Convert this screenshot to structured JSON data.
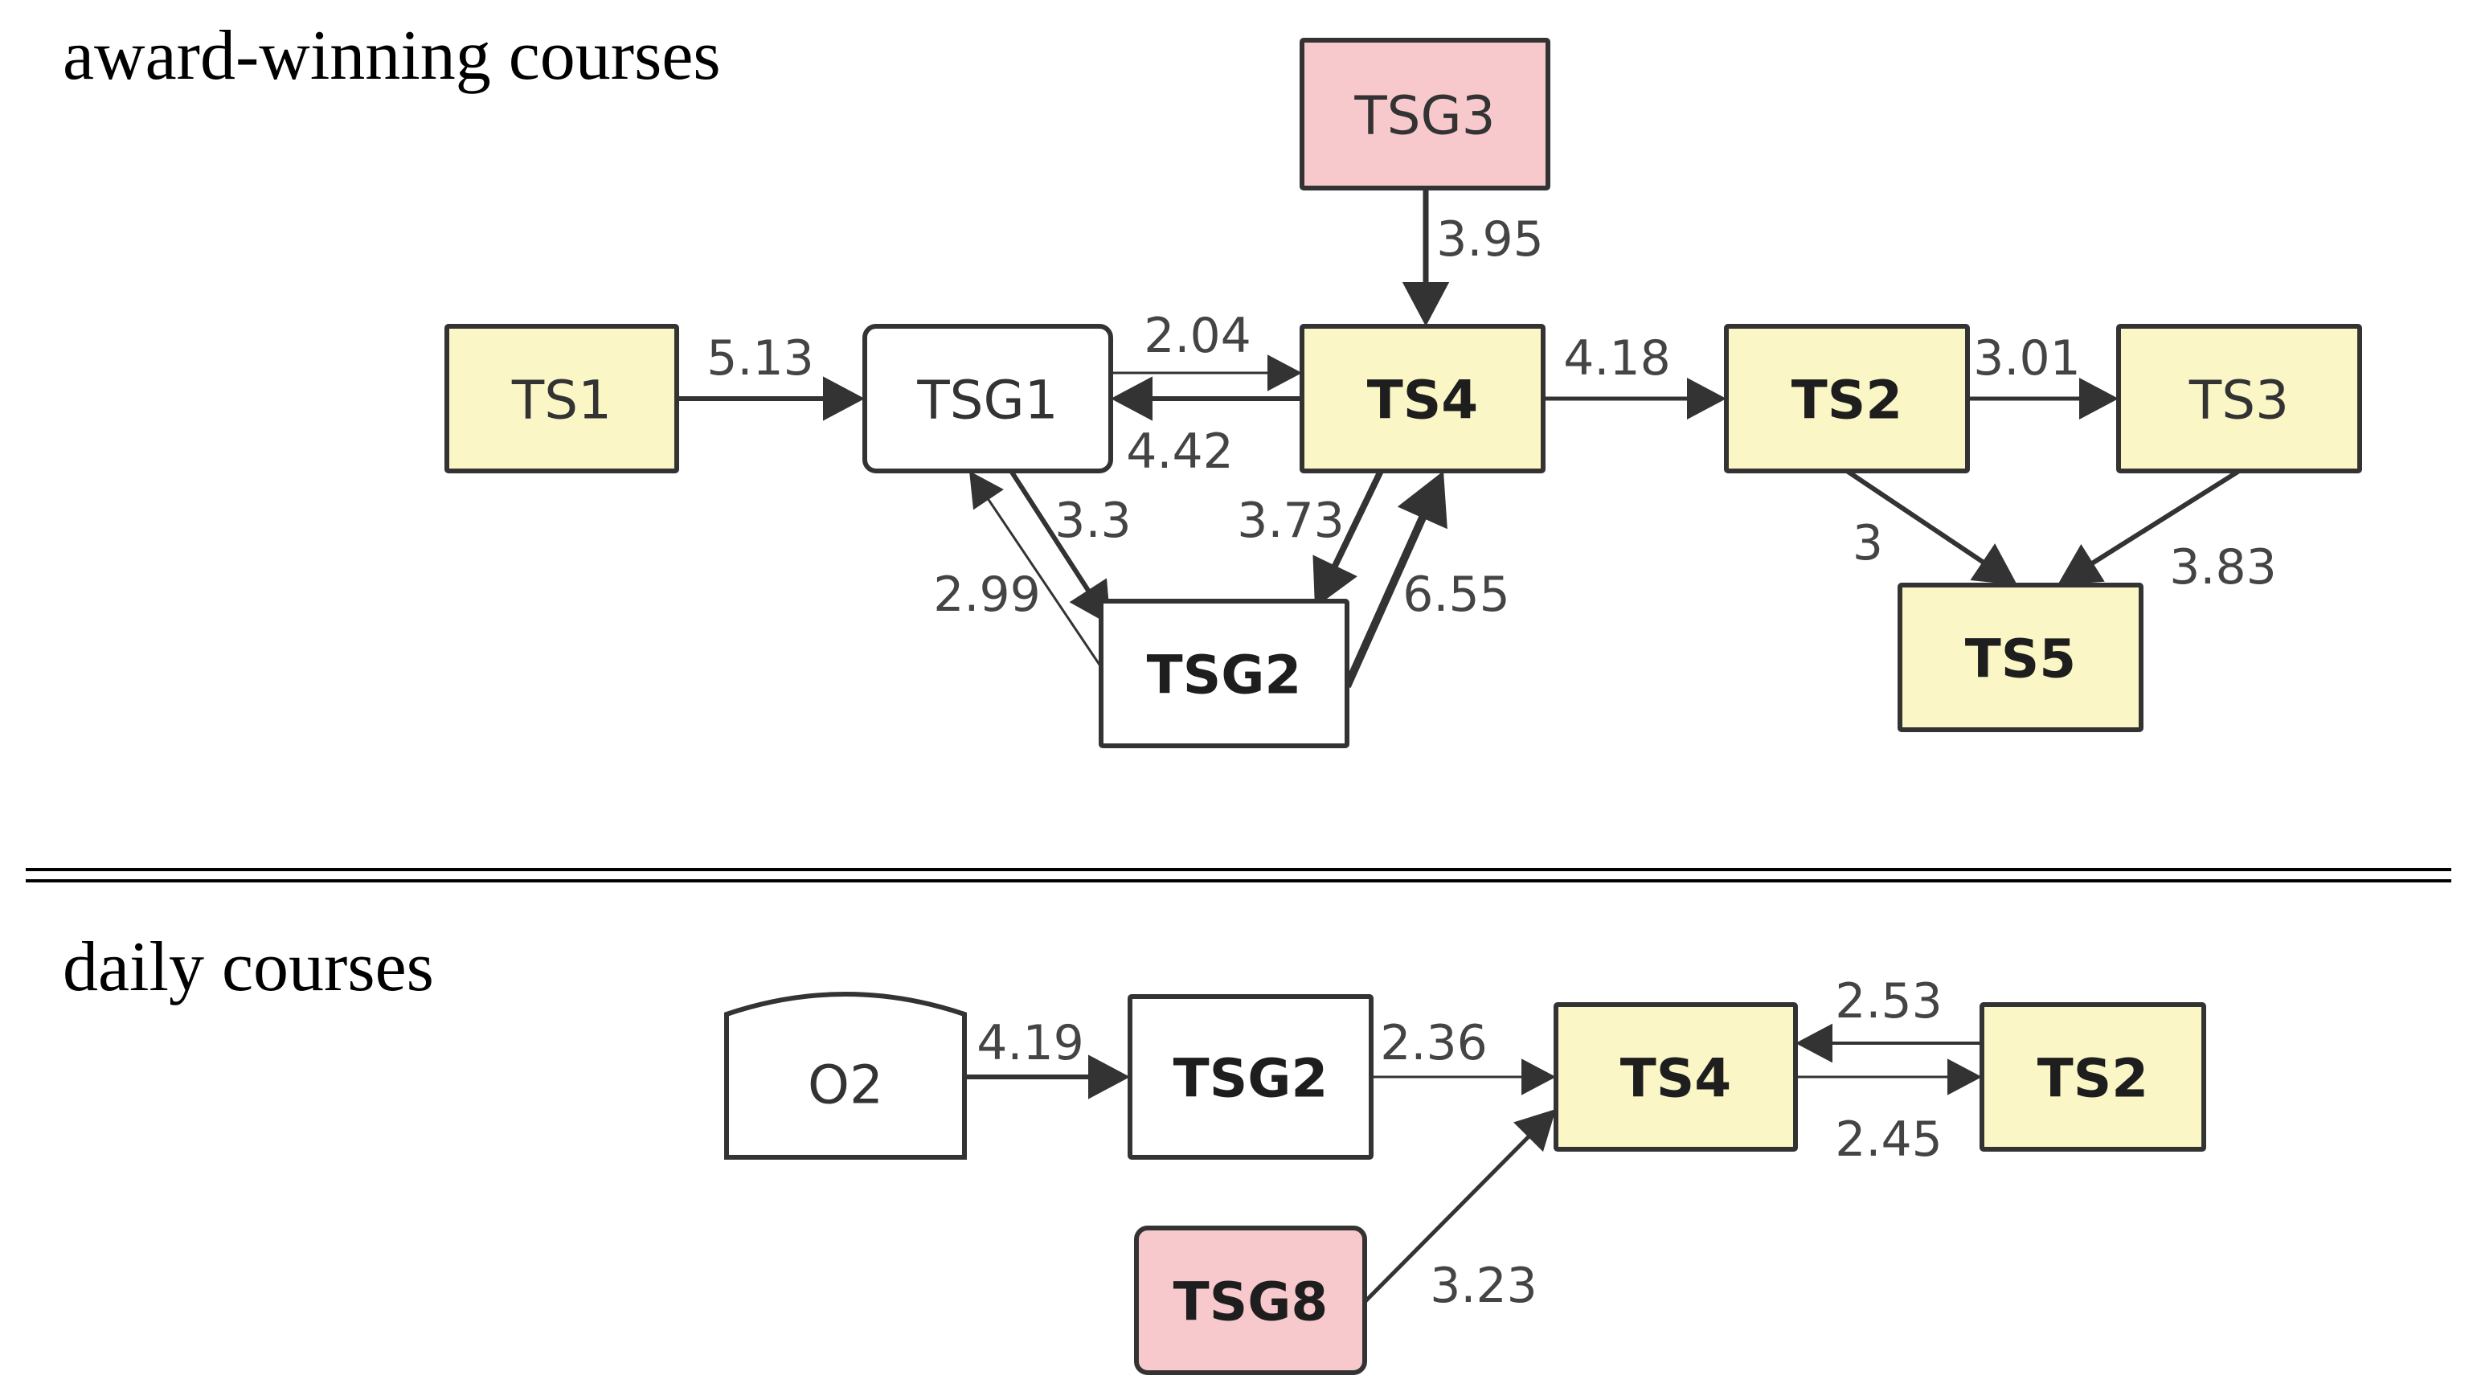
{
  "colors": {
    "yellow": "#fbf6c6",
    "pink": "#f8c9cc",
    "white": "#ffffff",
    "stroke": "#333333"
  },
  "sections": [
    {
      "id": "award",
      "title": "award-winning courses",
      "nodes": [
        {
          "id": "TSG3",
          "label": "TSG3",
          "fill": "pink",
          "bold": false
        },
        {
          "id": "TS1",
          "label": "TS1",
          "fill": "yellow",
          "bold": false
        },
        {
          "id": "TSG1",
          "label": "TSG1",
          "fill": "white",
          "bold": false,
          "rounded": true
        },
        {
          "id": "TS4",
          "label": "TS4",
          "fill": "yellow",
          "bold": true
        },
        {
          "id": "TS2",
          "label": "TS2",
          "fill": "yellow",
          "bold": true
        },
        {
          "id": "TS3",
          "label": "TS3",
          "fill": "yellow",
          "bold": false
        },
        {
          "id": "TSG2",
          "label": "TSG2",
          "fill": "white",
          "bold": true
        },
        {
          "id": "TS5",
          "label": "TS5",
          "fill": "yellow",
          "bold": true
        }
      ],
      "edges": [
        {
          "from": "TSG3",
          "to": "TS4",
          "weight": "3.95"
        },
        {
          "from": "TS1",
          "to": "TSG1",
          "weight": "5.13"
        },
        {
          "from": "TSG1",
          "to": "TS4",
          "weight": "2.04"
        },
        {
          "from": "TS4",
          "to": "TSG1",
          "weight": "4.42"
        },
        {
          "from": "TS4",
          "to": "TS2",
          "weight": "4.18"
        },
        {
          "from": "TS2",
          "to": "TS3",
          "weight": "3.01"
        },
        {
          "from": "TSG1",
          "to": "TSG2",
          "weight": "3.3"
        },
        {
          "from": "TSG2",
          "to": "TSG1",
          "weight": "2.99"
        },
        {
          "from": "TS4",
          "to": "TSG2",
          "weight": "3.73"
        },
        {
          "from": "TSG2",
          "to": "TS4",
          "weight": "6.55"
        },
        {
          "from": "TS2",
          "to": "TS5",
          "weight": "3"
        },
        {
          "from": "TS3",
          "to": "TS5",
          "weight": "3.83"
        }
      ]
    },
    {
      "id": "daily",
      "title": "daily courses",
      "nodes": [
        {
          "id": "O2",
          "label": "O2",
          "fill": "white",
          "bold": false,
          "shape": "document"
        },
        {
          "id": "TSG2",
          "label": "TSG2",
          "fill": "white",
          "bold": true
        },
        {
          "id": "TS4",
          "label": "TS4",
          "fill": "yellow",
          "bold": true
        },
        {
          "id": "TS2",
          "label": "TS2",
          "fill": "yellow",
          "bold": true
        },
        {
          "id": "TSG8",
          "label": "TSG8",
          "fill": "pink",
          "bold": true,
          "rounded": true
        }
      ],
      "edges": [
        {
          "from": "O2",
          "to": "TSG2",
          "weight": "4.19"
        },
        {
          "from": "TSG2",
          "to": "TS4",
          "weight": "2.36"
        },
        {
          "from": "TS2",
          "to": "TS4",
          "weight": "2.53"
        },
        {
          "from": "TS4",
          "to": "TS2",
          "weight": "2.45"
        },
        {
          "from": "TSG8",
          "to": "TS4",
          "weight": "3.23"
        }
      ]
    }
  ]
}
